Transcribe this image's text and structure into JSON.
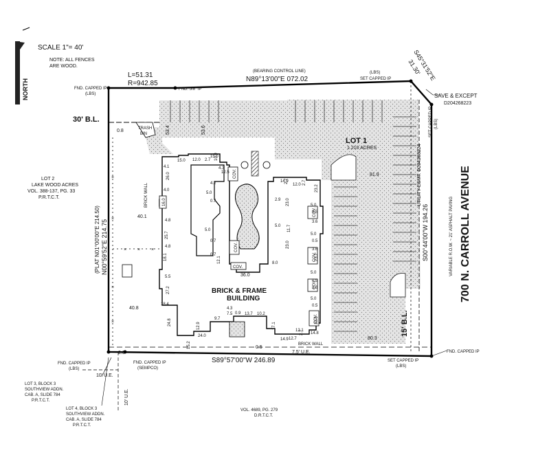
{
  "scale": "SCALE 1\"= 40'",
  "notes": [
    "NOTE: ALL FENCES",
    "ARE WOOD."
  ],
  "north_label": "NORTH",
  "curve": {
    "length": "L=51.31",
    "radius": "R=942.85"
  },
  "bearing_control_line": "(BEARING CONTROL LINE)",
  "bearings": {
    "top": "N89°13'00\"E 072.02",
    "left": "N00°59'52\"E 214.75",
    "left_plat": "(PLAT N01°00'00\"E 214.50)",
    "bottom": "S89°57'00\"W 246.89",
    "right": "S00°44'00\"W 194.26",
    "corner_bearing": "S45°31'52\"E",
    "corner_distance": "31.30'"
  },
  "monuments": {
    "top_left": [
      "FND. CAPPED IP",
      "(LBS)"
    ],
    "top_mid": "FND. 5/8\" IP",
    "top_right": [
      "(LBS)",
      "SET CAPPED IP"
    ],
    "right_top": [
      "SET CAPPED IP",
      "(LBS)"
    ],
    "bottom_left": [
      "FND. CAPPED IP",
      "(LBS)"
    ],
    "bottom_left2": [
      "FND. CAPPED IP",
      "(SEMPCO)"
    ],
    "bottom_right": [
      "SET CAPPED IP",
      "(LBS)"
    ],
    "bottom_right_far": "FND. CAPPED IP"
  },
  "save_except": [
    "SAVE & EXCEPT",
    "D204268223"
  ],
  "building_line_30": "30' B.L.",
  "building_line_15": "15' B.L.",
  "trash_bin": [
    "TRASH",
    "BIN"
  ],
  "lot1": {
    "name": "LOT 1",
    "acres": "1.210 ACRES"
  },
  "building": [
    "BRICK & FRAME",
    "BUILDING"
  ],
  "brick_wall_left": "BRICK WALL",
  "brick_wall_bottom": "BRICK WALL",
  "cov": "COV.",
  "utility_esmt": "UTILITY ESMT. D204268224",
  "row_note": [
    "VARIABLE R.O.W. ~ 21' ASPHALT PAVING"
  ],
  "street": "700 N. CARROLL AVENUE",
  "ue_bottom": "7.5' U.E.",
  "ue_left_a": "10' U.E.",
  "ue_left_b": "10' U.E.",
  "lot2": [
    "LOT 2",
    "LAKE WOOD ACRES",
    "VOL. 388-137, PG. 33",
    "P.R.T.C.T."
  ],
  "lot3": [
    "LOT 3, BLOCK 3",
    "SOUTHVIEW ADDN.",
    "CAB. A, SLIDE 784",
    "P.R.T.C.T."
  ],
  "lot4": [
    "LOT 4, BLOCK 3",
    "SOUTHVIEW ADDN.",
    "CAB. A, SLIDE 784",
    "P.R.T.C.T."
  ],
  "vol_note": [
    "VOL. 4689, PG. 279",
    "D.R.T.C.T."
  ],
  "elevations": {
    "e_0_8": "0.8",
    "e_53_4": "53.4",
    "e_53_6": "53.6",
    "e_40_1": "40.1",
    "e_40_8": "40.8",
    "e_81_9": "81.9",
    "e_80_3": "80.3",
    "e_2_0": "2.0",
    "e_0_5b": "0.5",
    "e_36_0": "36.0"
  },
  "dims": [
    "15.0",
    "12.0",
    "2.7",
    "10.9",
    "15.0",
    "4.3",
    "26.0",
    "4.1",
    "4.0",
    "16.0",
    "4.8",
    "25.7",
    "4.8",
    "18.1",
    "5.5",
    "27.2",
    "18.4",
    "24.8",
    "24.0",
    "15.2",
    "12.9",
    "9.7",
    "4.3",
    "7.5",
    "0.9",
    "13.7",
    "10.2",
    "12.5",
    "4.2",
    "5.0",
    "0.7",
    "5.0",
    "0.7",
    "0.7",
    "12.1",
    "2.7",
    "23.0",
    "2.9",
    "11.7",
    "5.0",
    "23.0",
    "8.0",
    "14.9",
    "12.0",
    "2.7",
    "23.2",
    "5.0",
    "0.5",
    "3.6",
    "5.0",
    "0.5",
    "3.6",
    "5.0",
    "0.5",
    "3.6",
    "5.0",
    "23.2",
    "0.5",
    "23.1",
    "17.1",
    "14.9",
    "12.7",
    "2.7",
    "12.1",
    "14.8"
  ]
}
